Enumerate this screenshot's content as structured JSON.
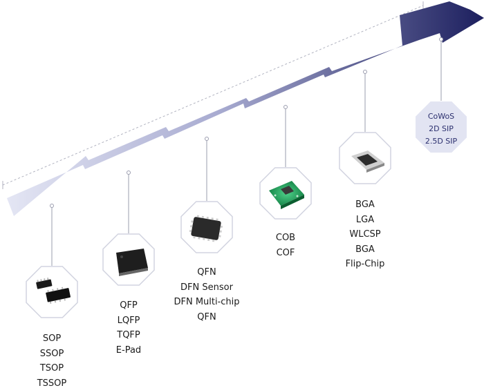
{
  "stages": [
    {
      "name": "stage-sop",
      "icon": "sop-chip-icon",
      "labels": [
        "SOP",
        "SSOP",
        "TSOP",
        "TSSOP"
      ]
    },
    {
      "name": "stage-qfp",
      "icon": "qfp-chip-icon",
      "labels": [
        "QFP",
        "LQFP",
        "TQFP",
        "E-Pad"
      ]
    },
    {
      "name": "stage-qfn",
      "icon": "qfn-chip-icon",
      "labels": [
        "QFN",
        "DFN Sensor",
        "DFN Multi-chip",
        "QFN"
      ]
    },
    {
      "name": "stage-cob",
      "icon": "cob-board-icon",
      "labels": [
        "COB",
        "COF"
      ]
    },
    {
      "name": "stage-bga",
      "icon": "bga-chip-icon",
      "labels": [
        "BGA",
        "LGA",
        "WLCSP",
        "BGA",
        "Flip-Chip"
      ]
    },
    {
      "name": "stage-cowos",
      "icon": "",
      "labels": [
        "CoWoS",
        "2D SIP",
        "2.5D SIP"
      ]
    }
  ],
  "colors": {
    "arrow_start": "#e4e6f4",
    "arrow_end": "#1c1f5e",
    "octagon_stroke": "#d2d4e0",
    "connector": "#9a9cae",
    "last_octagon_fill": "#e2e4f2",
    "last_text": "#2b2f6e"
  }
}
